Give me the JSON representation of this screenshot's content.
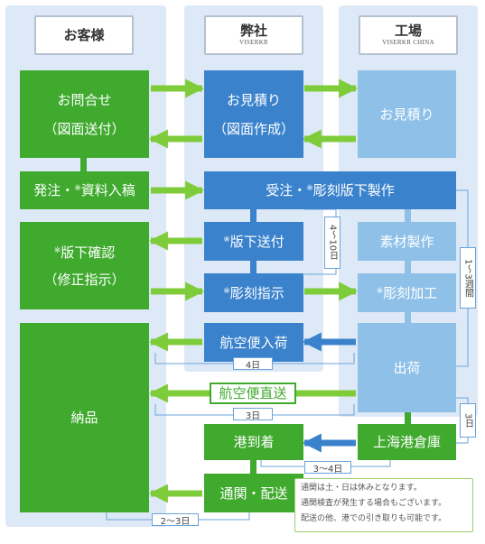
{
  "colors": {
    "customer_green": "#3faa2e",
    "company_blue": "#3a82cc",
    "factory_lightblue": "#8ec0e8",
    "column_bg": "#dde9f6",
    "arrow_green": "#7fcc3a",
    "arrow_blue": "#3a82cc"
  },
  "headers": {
    "customer": {
      "title": "お客様"
    },
    "company": {
      "title": "弊社",
      "subtitle": "VISERKR"
    },
    "factory": {
      "title": "工場",
      "subtitle": "VISERKR CHINA"
    }
  },
  "steps": {
    "inquiry": [
      "お問合せ",
      "（図面送付）"
    ],
    "quote_company": [
      "お見積り",
      "（図面作成）"
    ],
    "quote_factory": "お見積り",
    "order": {
      "prefix": "発注・",
      "mark": "※",
      "text": "資料入稿"
    },
    "receive": {
      "prefix": "受注・",
      "mark": "※",
      "text": "彫刻版下製作"
    },
    "proof_confirm": {
      "mark": "※",
      "line1": "版下確認",
      "line2": "（修正指示）"
    },
    "proof_send": {
      "mark": "※",
      "text": "版下送付"
    },
    "material": "素材製作",
    "engrave_instruct": {
      "mark": "※",
      "text": "彫刻指示"
    },
    "engrave_process": {
      "mark": "※",
      "text": "彫刻加工"
    },
    "air_cargo": "航空便入荷",
    "shipping": "出荷",
    "delivery": "納品",
    "air_direct": "航空便直送",
    "port_arrival": "港到着",
    "shanghai_warehouse": "上海港倉庫",
    "customs": "通関・配送"
  },
  "durations": {
    "production": "4〜10日",
    "factory_weeks": "1〜3週間",
    "air_cargo": "4日",
    "air_direct": "3日",
    "factory_ship": "3日",
    "sea": "3〜4日",
    "customs": "2〜3日"
  },
  "notes": [
    "通関は土・日は休みとなります。",
    "通関検査が発生する場合もございます。",
    "配送の他、港での引き取りも可能です。"
  ]
}
